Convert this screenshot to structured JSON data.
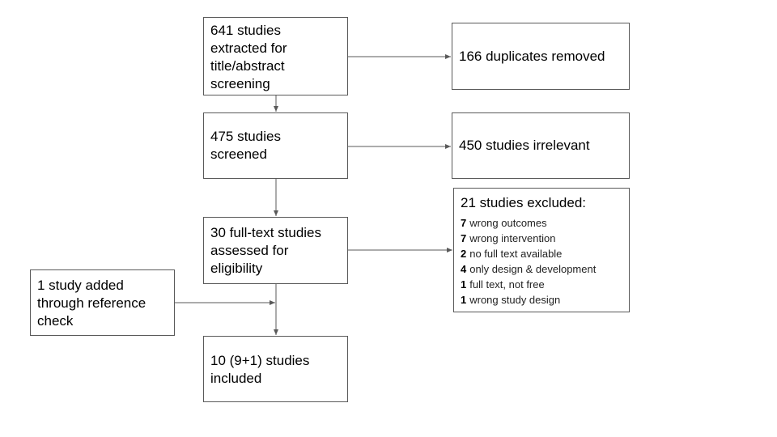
{
  "flow": {
    "identified": "641 studies\nextracted for\ntitle/abstract\nscreening",
    "screened": "475 studies\nscreened",
    "assessed": "30 full-text studies\nassessed for\neligibility",
    "included": "10 (9+1) studies\nincluded"
  },
  "side": {
    "duplicates": "166 duplicates removed",
    "irrelevant": "450 studies irrelevant",
    "reference": "1 study added\nthrough reference\ncheck",
    "excluded_title": "21 studies excluded:",
    "excluded_reasons": [
      {
        "count": "7",
        "reason": "wrong outcomes"
      },
      {
        "count": "7",
        "reason": "wrong intervention"
      },
      {
        "count": "2",
        "reason": "no full text available"
      },
      {
        "count": "4",
        "reason": "only design & development"
      },
      {
        "count": "1",
        "reason": "full text, not free"
      },
      {
        "count": "1",
        "reason": "wrong study design"
      }
    ]
  },
  "colors": {
    "box_border": "#595959",
    "arrow": "#595959",
    "background": "#ffffff"
  }
}
